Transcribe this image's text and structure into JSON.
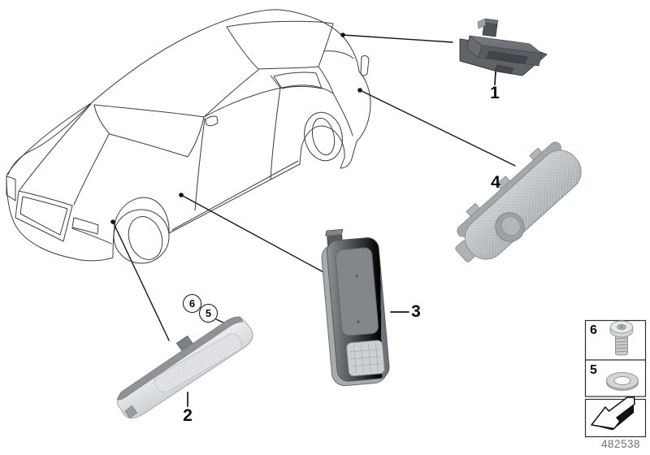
{
  "figure": {
    "description": "vehicle parts exploded diagram - side marker and license plate lamps",
    "callouts": {
      "c1": {
        "label": "1",
        "part": "license-plate-lamp"
      },
      "c2": {
        "label": "2",
        "part": "front-side-marker-lamp"
      },
      "c3": {
        "label": "3",
        "part": "footwell-lamp"
      },
      "c4": {
        "label": "4",
        "part": "rear-side-marker-lamp"
      },
      "c5": {
        "label": "5",
        "part": "washer"
      },
      "c6": {
        "label": "6",
        "part": "screw"
      }
    },
    "fastener_table": {
      "row_screw_label": "6",
      "row_washer_label": "5",
      "icons": {
        "screw": "screw-icon",
        "washer": "washer-icon",
        "footer": "direction-arrow-icon"
      }
    },
    "part_number": "482538",
    "colors": {
      "line": "#3d3d3d",
      "leader": "#141414",
      "part_dark": "#5a5d60",
      "part_light": "#d9dcde",
      "part_number_text": "#6f6f6f"
    }
  }
}
